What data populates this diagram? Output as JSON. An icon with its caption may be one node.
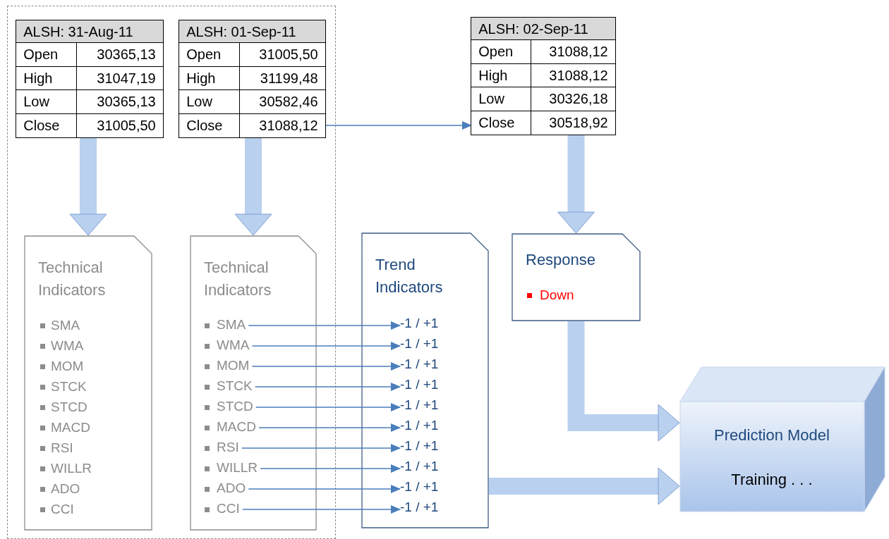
{
  "diagram": {
    "nodes": [
      {
        "text": [],
        "shape": "box"
      },
      {
        "text": [
          "ALSH: 31-Aug-11",
          "Open",
          "30365,13",
          "High",
          "31047,19",
          "Low",
          "30365,13",
          "Close",
          "31005,50"
        ],
        "in": 0
      },
      {
        "text": [
          "ALSH: 01-Sep-11",
          "Open",
          "31005,50",
          "High",
          "31199,48",
          "Low",
          "30582,46",
          "Close",
          "31088,12"
        ],
        "in": 0
      },
      {
        "text": [
          "ALSH: 02-Sep-11",
          "Open",
          "31088,12",
          "High",
          "31088,12",
          "Low",
          "30326,18",
          "Close",
          "30518,92"
        ]
      },
      {
        "text": [
          "Technical Indicators",
          "SMA",
          "WMA",
          "MOM",
          "STCK",
          "STCD",
          "MACD",
          "RSI",
          "WILLR",
          "ADO",
          "CCI"
        ],
        "in": 0
      },
      {
        "text": [
          "Technical Indicators"
        ],
        "in": 0
      },
      {
        "text": [
          "SMA"
        ],
        "in": 5
      },
      {
        "text": [
          "WMA"
        ],
        "in": 5
      },
      {
        "text": [
          "MOM"
        ],
        "in": 5
      },
      {
        "text": [
          "STCK"
        ],
        "in": 5
      },
      {
        "text": [
          "STCD"
        ],
        "in": 5
      },
      {
        "text": [
          "MACD"
        ],
        "in": 5
      },
      {
        "text": [
          "RSI"
        ],
        "in": 5
      },
      {
        "text": [
          "WILLR"
        ],
        "in": 5
      },
      {
        "text": [
          "ADO"
        ],
        "in": 5
      },
      {
        "text": [
          "CCI"
        ],
        "in": 5
      },
      {
        "text": [
          "Trend Indicators"
        ]
      },
      {
        "text": [
          "-1 / +1"
        ],
        "in": 16
      },
      {
        "text": [
          "-1 / +1"
        ],
        "in": 16
      },
      {
        "text": [
          "-1 / +1"
        ],
        "in": 16
      },
      {
        "text": [
          "-1 / +1"
        ],
        "in": 16
      },
      {
        "text": [
          "-1 / +1"
        ],
        "in": 16
      },
      {
        "text": [
          "-1 / +1"
        ],
        "in": 16
      },
      {
        "text": [
          "-1 / +1"
        ],
        "in": 16
      },
      {
        "text": [
          "-1 / +1"
        ],
        "in": 16
      },
      {
        "text": [
          "-1 / +1"
        ],
        "in": 16
      },
      {
        "text": [
          "-1 / +1"
        ],
        "in": 16
      },
      {
        "text": [
          "Response",
          "Down"
        ]
      },
      {
        "text": [
          "Prediction Model",
          "Training . . ."
        ]
      }
    ],
    "edges": [
      {
        "from": 1,
        "to": 4,
        "arrow": "to",
        "style": "thick",
        "color": "#b9d0ee"
      },
      {
        "from": 2,
        "to": 5,
        "arrow": "to",
        "style": "thick",
        "color": "#b9d0ee"
      },
      {
        "from": 2,
        "to": 3,
        "arrow": "to"
      },
      {
        "from": 3,
        "to": 27,
        "arrow": "to",
        "style": "thick",
        "color": "#b9d0ee"
      },
      {
        "from": 6,
        "to": 17,
        "arrow": "to"
      },
      {
        "from": 7,
        "to": 18,
        "arrow": "to"
      },
      {
        "from": 8,
        "to": 19,
        "arrow": "to"
      },
      {
        "from": 9,
        "to": 20,
        "arrow": "to"
      },
      {
        "from": 10,
        "to": 21,
        "arrow": "to"
      },
      {
        "from": 11,
        "to": 22,
        "arrow": "to"
      },
      {
        "from": 12,
        "to": 23,
        "arrow": "to"
      },
      {
        "from": 13,
        "to": 24,
        "arrow": "to"
      },
      {
        "from": 14,
        "to": 25,
        "arrow": "to"
      },
      {
        "from": 15,
        "to": 26,
        "arrow": "to"
      },
      {
        "from": 27,
        "to": 28,
        "arrow": "to",
        "style": "thick",
        "color": "#b9d0ee"
      },
      {
        "from": 16,
        "to": 28,
        "arrow": "to",
        "style": "thick",
        "color": "#b9d0ee"
      }
    ]
  }
}
